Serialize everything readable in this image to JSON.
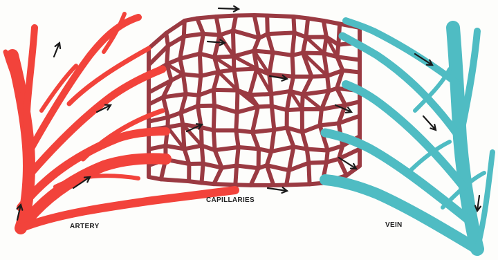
{
  "labels": {
    "artery": "ARTERY",
    "capillaries": "CAPILLARIES",
    "vein": "VEIN"
  },
  "colors": {
    "artery": "#f2433b",
    "capillary": "#9a3a42",
    "vein": "#4fbcc3",
    "arrow": "#1a1a1a",
    "background": "#fdfdfb"
  }
}
